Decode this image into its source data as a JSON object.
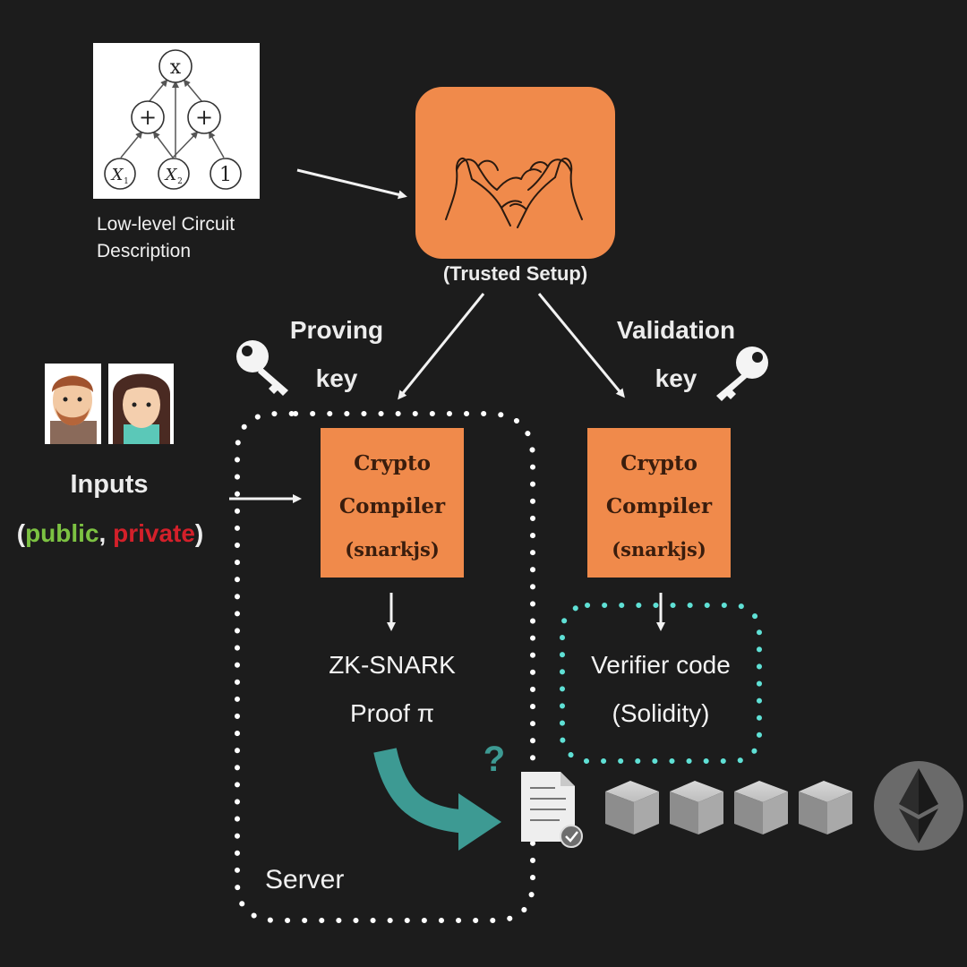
{
  "circuit": {
    "nodes": {
      "top": "x",
      "plus_left": "+",
      "plus_right": "+",
      "x1": "X",
      "x1_sub": "1",
      "x2": "X",
      "x2_sub": "2",
      "one": "1"
    },
    "caption_line1": "Low-level Circuit",
    "caption_line2": "Description"
  },
  "trusted_setup": {
    "caption": "(Trusted Setup)"
  },
  "proving_key": {
    "line1": "Proving",
    "line2": "key"
  },
  "validation_key": {
    "line1": "Validation",
    "line2": "key"
  },
  "inputs": {
    "title": "Inputs",
    "open_paren": "(",
    "public": "public",
    "comma": ", ",
    "private": "private",
    "close_paren": ")"
  },
  "compiler_left": {
    "line1": "Crypto",
    "line2": "Compiler",
    "line3": "(snarkjs)"
  },
  "compiler_right": {
    "line1": "Crypto",
    "line2": "Compiler",
    "line3": "(snarkjs)"
  },
  "proof": {
    "line1": "ZK-SNARK",
    "line2": "Proof π"
  },
  "verifier": {
    "line1": "Verifier code",
    "line2": "(Solidity)"
  },
  "question_mark": "?",
  "server_label": "Server",
  "colors": {
    "background": "#1c1c1c",
    "orange": "#f08a4b",
    "teal": "#3d9a93",
    "public": "#7cc242",
    "private": "#d3202a",
    "dotted_teal": "#5fe0d5"
  }
}
